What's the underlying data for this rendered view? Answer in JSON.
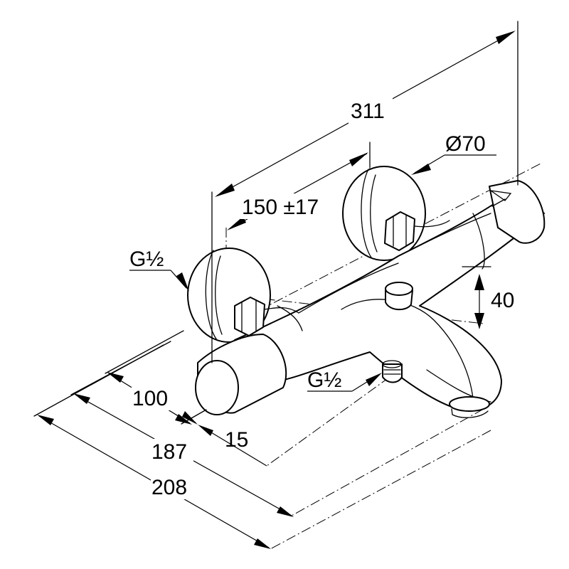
{
  "drawing": {
    "dimensions": {
      "overall_length": "311",
      "connection_spacing": "150 ±17",
      "escutcheon_diameter": "Ø70",
      "spout_height": "40",
      "depth_inner": "100",
      "depth_middle": "187",
      "depth_outer": "208",
      "offset": "15"
    },
    "threads": {
      "inlet": "G½",
      "outlet": "G½"
    }
  }
}
